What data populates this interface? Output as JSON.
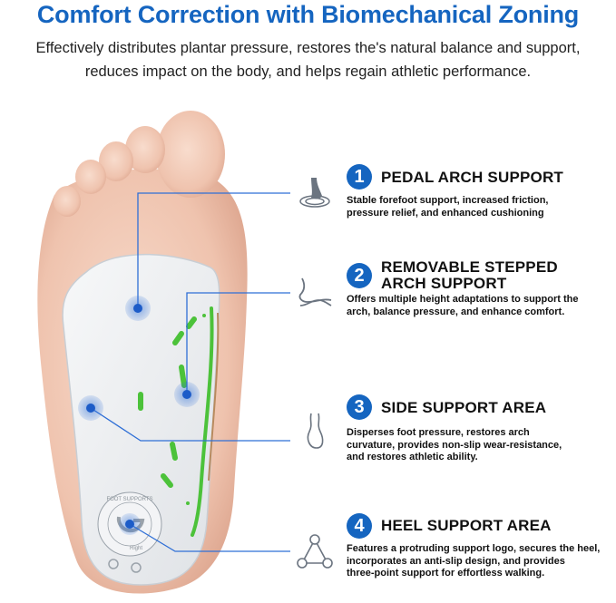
{
  "header": {
    "title": "Comfort Correction with Biomechanical Zoning",
    "subtitle_lines": [
      "Effectively distributes plantar pressure, restores the's natural balance and support,",
      "reduces impact on the body, and helps regain athletic performance."
    ]
  },
  "insole_logo": {
    "ring_text": "FOOT SUPPORTS",
    "brand": "Right"
  },
  "features": [
    {
      "number": "1",
      "title_lines": [
        "PEDAL ARCH SUPPORT"
      ],
      "desc_lines": [
        "Stable forefoot support, increased friction,",
        "pressure relief, and enhanced cushioning"
      ],
      "icon": "foot-pressure-icon"
    },
    {
      "number": "2",
      "title_lines": [
        "REMOVABLE STEPPED",
        "ARCH SUPPORT"
      ],
      "desc_lines": [
        "Offers multiple height adaptations to support the",
        "arch, balance pressure, and enhance comfort."
      ],
      "icon": "arch-foot-icon"
    },
    {
      "number": "3",
      "title_lines": [
        "SIDE SUPPORT AREA"
      ],
      "desc_lines": [
        "Disperses foot pressure, restores arch",
        "curvature, provides non-slip wear-resistance,",
        "and restores athletic ability."
      ],
      "icon": "side-outline-icon"
    },
    {
      "number": "4",
      "title_lines": [
        "HEEL SUPPORT AREA"
      ],
      "desc_lines": [
        "Features a protruding support logo, secures the heel,",
        "incorporates an anti-slip design, and provides",
        "three-point support for effortless walking."
      ],
      "icon": "three-point-icon"
    }
  ],
  "colors": {
    "accent": "#1565c0",
    "marker": "#2f6fd6",
    "green": "#4cc23a",
    "skin": "#efc3ae",
    "insole": "#eceff2"
  }
}
